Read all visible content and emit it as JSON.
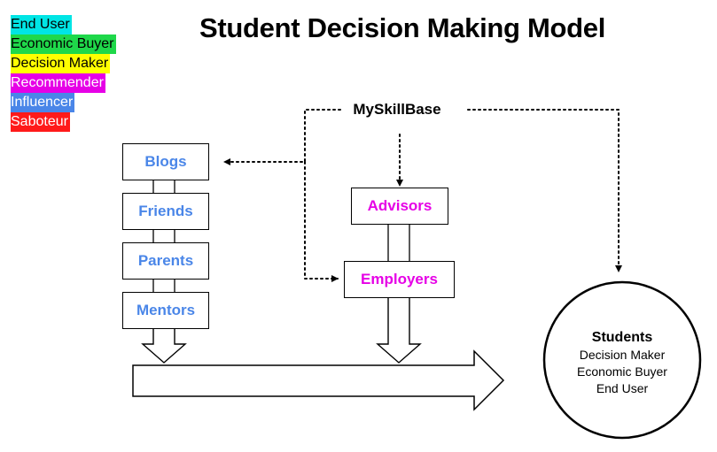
{
  "title": "Student Decision Making Model",
  "legend": [
    {
      "label": "End User",
      "color": "#00e5e5"
    },
    {
      "label": "Economic Buyer",
      "color": "#1fd84a"
    },
    {
      "label": "Decision Maker",
      "color": "#ffff00"
    },
    {
      "label": "Recommender",
      "color": "#e600e6"
    },
    {
      "label": "Influencer",
      "color": "#4a86e8"
    },
    {
      "label": "Saboteur",
      "color": "#ff1a1a"
    }
  ],
  "source": "MySkillBase",
  "influencers": [
    "Blogs",
    "Friends",
    "Parents",
    "Mentors"
  ],
  "recommenders": [
    "Advisors",
    "Employers"
  ],
  "students": {
    "heading": "Students",
    "roles": [
      "Decision Maker",
      "Economic Buyer",
      "End User"
    ]
  }
}
